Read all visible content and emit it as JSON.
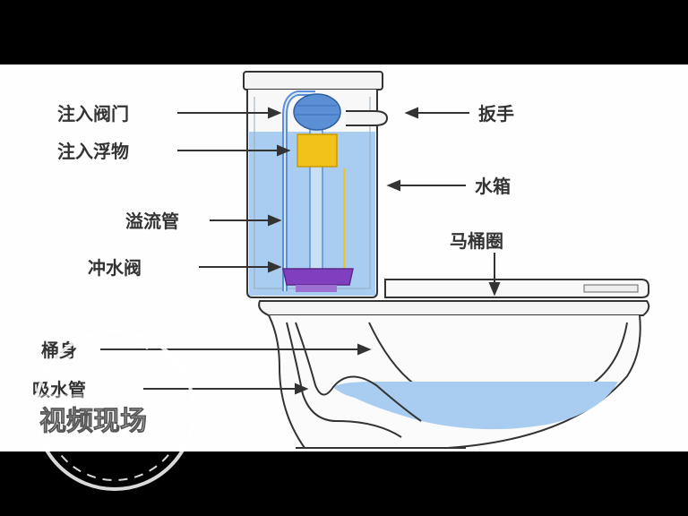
{
  "labels": {
    "inlet_valve": "注入阀门",
    "inlet_float": "注入浮物",
    "overflow_pipe": "溢流管",
    "flush_valve": "冲水阀",
    "bowl_body": "桶身",
    "drain_pipe": "吸水管",
    "handle": "扳手",
    "tank": "水箱",
    "toilet_seat": "马桶圈"
  },
  "watermark": "视频现场",
  "colors": {
    "water": "#a9cdf0",
    "water_dark": "#7fb3e6",
    "outline": "#333333",
    "float": "#f2c21b",
    "valve": "#7f3fbf",
    "inlet_cap": "#5b8fd6"
  }
}
